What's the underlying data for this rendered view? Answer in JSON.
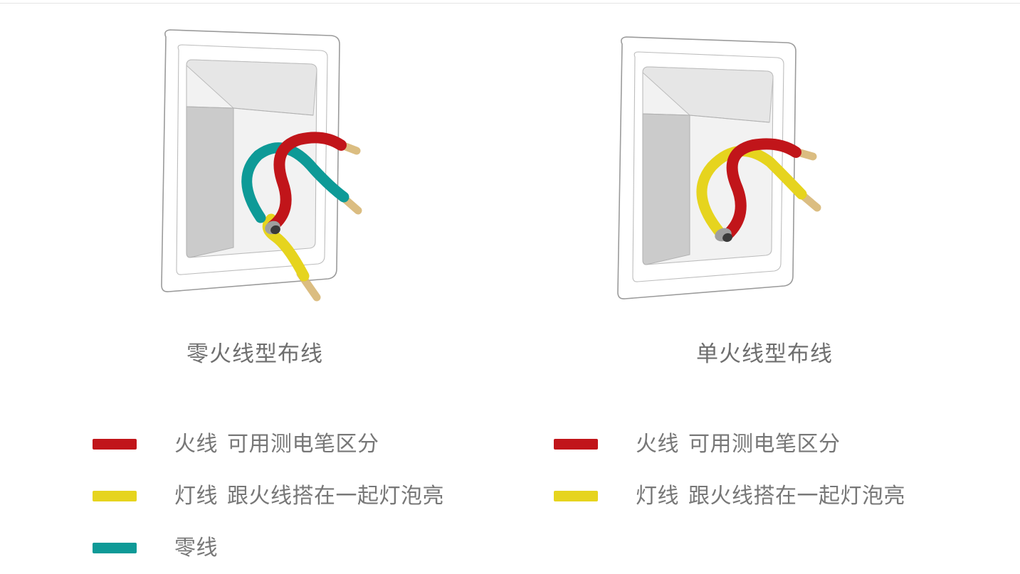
{
  "page": {
    "background": "#ffffff",
    "title_color": "#6f6f6f",
    "legend_text_color": "#777777"
  },
  "colors": {
    "live_wire_red": "#c1151a",
    "lamp_wire_yellow": "#e6d41e",
    "neutral_wire_teal": "#0e9a97",
    "copper_tip": "#d9b877",
    "faceplate_outline": "#9a9a9a",
    "box_left_wall": "#cacaca",
    "box_top_wall": "#e2e2e2",
    "box_back_panel": "#f1f1f1",
    "screw_dark": "#3a3a3a",
    "screw_gray": "#9f9f9f"
  },
  "panels": [
    {
      "id": "zero-live-wiring",
      "caption": "零火线型布线",
      "illustration": "wall-switch-box-three-wires",
      "wires": [
        {
          "name": "live",
          "color_key": "live_wire_red"
        },
        {
          "name": "neutral",
          "color_key": "neutral_wire_teal"
        },
        {
          "name": "lamp",
          "color_key": "lamp_wire_yellow"
        }
      ],
      "legend": [
        {
          "color_key": "live_wire_red",
          "term": "火线",
          "note": "可用测电笔区分"
        },
        {
          "color_key": "lamp_wire_yellow",
          "term": "灯线",
          "note": "跟火线搭在一起灯泡亮"
        },
        {
          "color_key": "neutral_wire_teal",
          "term": "零线",
          "note": ""
        }
      ]
    },
    {
      "id": "single-live-wiring",
      "caption": "单火线型布线",
      "illustration": "wall-switch-box-two-wires",
      "wires": [
        {
          "name": "live",
          "color_key": "live_wire_red"
        },
        {
          "name": "lamp",
          "color_key": "lamp_wire_yellow"
        }
      ],
      "legend": [
        {
          "color_key": "live_wire_red",
          "term": "火线",
          "note": "可用测电笔区分"
        },
        {
          "color_key": "lamp_wire_yellow",
          "term": "灯线",
          "note": "跟火线搭在一起灯泡亮"
        }
      ]
    }
  ]
}
